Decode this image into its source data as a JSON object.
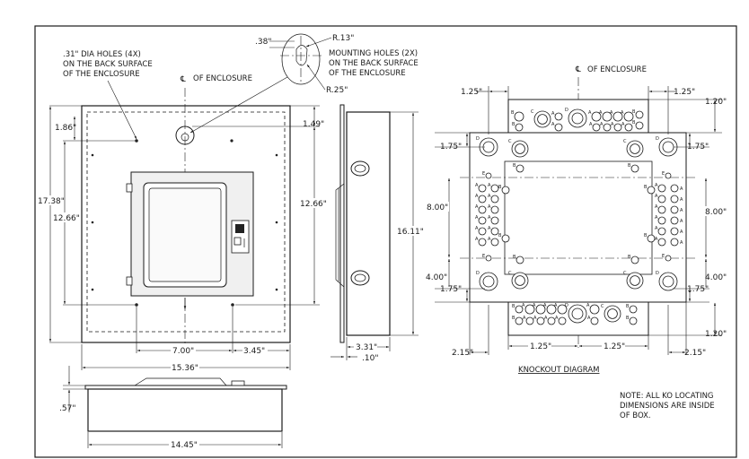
{
  "front": {
    "dim_height_total": "17.38\"",
    "dim_height_holes": "12.66\"",
    "dim_top_offset": "1.86\"",
    "dim_hole_spacing": "7.00\"",
    "dim_hole_offset": "3.45\"",
    "dim_width_total": "15.36\"",
    "dim_right_height": "12.66\"",
    "dim_right_offset": "1.49\"",
    "centerline_label": "OF ENCLOSURE",
    "back_holes_note": [
      ".31\" DIA HOLES (4X)",
      "ON THE BACK SURFACE",
      "OF THE ENCLOSURE"
    ],
    "mounting_note": [
      "MOUNTING HOLES (2X)",
      "ON THE BACK SURFACE",
      "OF THE ENCLOSURE"
    ],
    "detail_r13": "R.13\"",
    "detail_r25": "R.25\"",
    "detail_38": ".38\""
  },
  "side": {
    "dim_height": "16.11\"",
    "dim_depth": "3.31\"",
    "dim_flange": ".10\""
  },
  "bottom": {
    "dim_depth": ".57\"",
    "dim_width": "14.45\""
  },
  "knockout": {
    "centerline_label": "OF ENCLOSURE",
    "dim_125_tl": "1.25\"",
    "dim_125_tr": "1.25\"",
    "dim_120_top": "1.20\"",
    "dim_175_l1": "1.75\"",
    "dim_175_r1": "1.75\"",
    "dim_800_l": "8.00\"",
    "dim_800_r": "8.00\"",
    "dim_400_l": "4.00\"",
    "dim_400_r": "4.00\"",
    "dim_175_l2": "1.75\"",
    "dim_175_r2": "1.75\"",
    "dim_120_bottom": "1.20\"",
    "dim_215_l": "2.15\"",
    "dim_125_bl": "1.25\"",
    "dim_125_br": "1.25\"",
    "dim_215_r": "2.15\"",
    "title": "KNOCKOUT DIAGRAM",
    "note": [
      "NOTE: ALL KO LOCATING",
      "DIMENSIONS ARE INSIDE",
      "OF BOX."
    ]
  },
  "ko_letters": {
    "a": "A",
    "b": "B",
    "c": "C",
    "d": "D",
    "e": "E"
  }
}
